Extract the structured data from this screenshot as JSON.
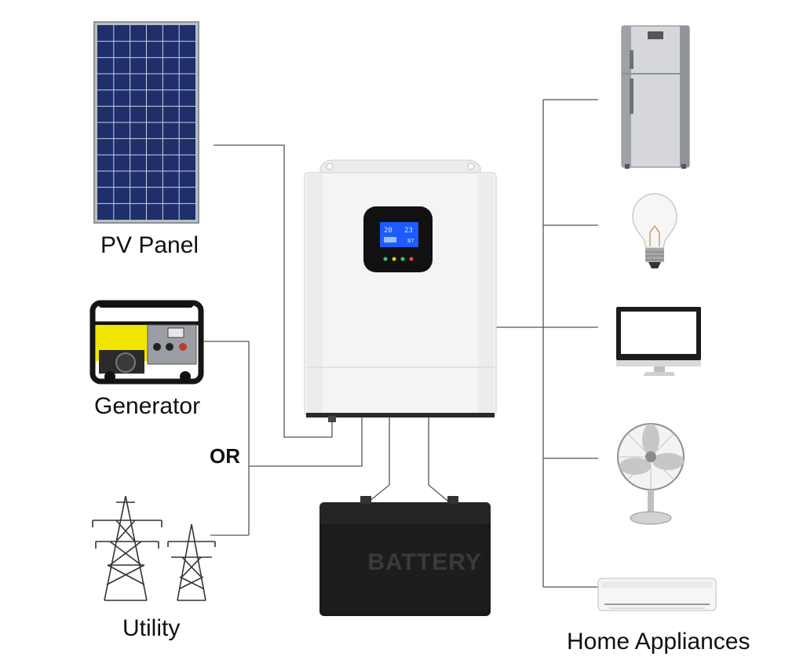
{
  "labels": {
    "pv_panel": "PV Panel",
    "generator": "Generator",
    "or": "OR",
    "utility": "Utility",
    "home_appliances": "Home Appliances",
    "battery": "BATTERY"
  },
  "colors": {
    "wire": "#555555",
    "panel_cell": "#1f2f6b",
    "panel_frame": "#9aa0a8",
    "inverter_body": "#f4f4f4",
    "lcd": "#1e5bff",
    "generator_yellow": "#f2e600",
    "battery": "#1a1a1a"
  },
  "icons": [
    "solar-panel-icon",
    "generator-icon",
    "transmission-tower-icon",
    "inverter-icon",
    "battery-icon",
    "refrigerator-icon",
    "light-bulb-icon",
    "monitor-icon",
    "fan-icon",
    "air-conditioner-icon"
  ]
}
